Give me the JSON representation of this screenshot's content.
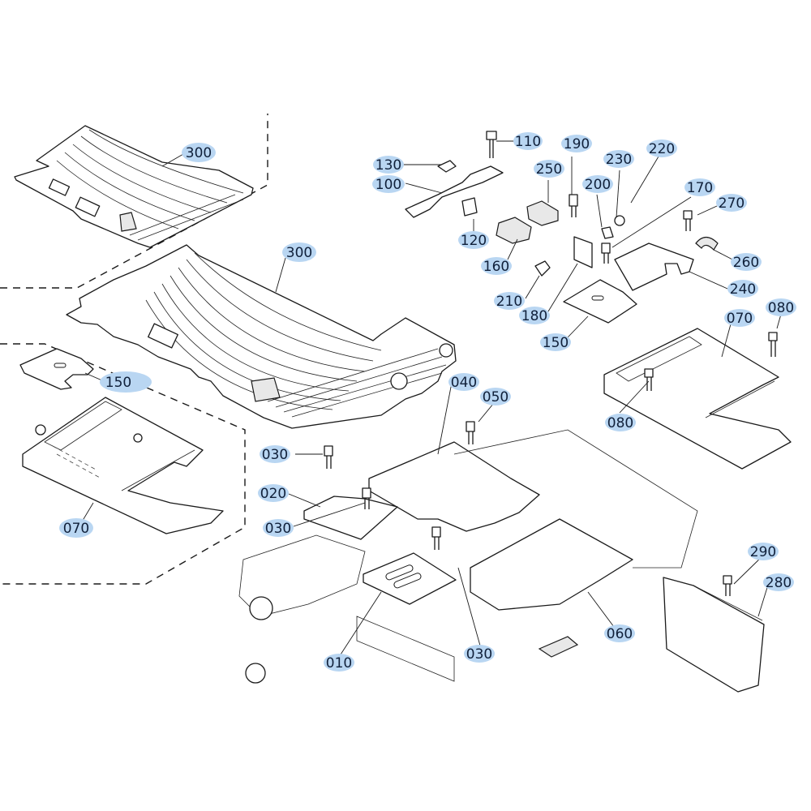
{
  "diagram": {
    "type": "exploded parts diagram",
    "subject": "operator platform / floor mat assembly",
    "callout_color": "#b9d6f2",
    "callouts": [
      {
        "id": "c300a",
        "label": "300",
        "part": "floor mat (variant)"
      },
      {
        "id": "c300b",
        "label": "300",
        "part": "floor mat"
      },
      {
        "id": "c150a",
        "label": "150",
        "part": "plate (variant)"
      },
      {
        "id": "c070a",
        "label": "070",
        "part": "seat mount plate (variant)"
      },
      {
        "id": "c110",
        "label": "110",
        "part": "bolt"
      },
      {
        "id": "c130",
        "label": "130",
        "part": "grommet"
      },
      {
        "id": "c100",
        "label": "100",
        "part": "bracket"
      },
      {
        "id": "c120",
        "label": "120",
        "part": "collar"
      },
      {
        "id": "c190",
        "label": "190",
        "part": "bolt"
      },
      {
        "id": "c250",
        "label": "250",
        "part": "cushion"
      },
      {
        "id": "c230",
        "label": "230",
        "part": "washer"
      },
      {
        "id": "c220",
        "label": "220",
        "part": "pin"
      },
      {
        "id": "c200",
        "label": "200",
        "part": "plate"
      },
      {
        "id": "c170",
        "label": "170",
        "part": "bolt"
      },
      {
        "id": "c270",
        "label": "270",
        "part": "bolt"
      },
      {
        "id": "c160",
        "label": "160",
        "part": "cushion"
      },
      {
        "id": "c260",
        "label": "260",
        "part": "grommet"
      },
      {
        "id": "c240",
        "label": "240",
        "part": "cover"
      },
      {
        "id": "c210",
        "label": "210",
        "part": "knob"
      },
      {
        "id": "c180",
        "label": "180",
        "part": "bracket"
      },
      {
        "id": "c150b",
        "label": "150",
        "part": "plate"
      },
      {
        "id": "c070b",
        "label": "070",
        "part": "seat mount plate"
      },
      {
        "id": "c080a",
        "label": "080",
        "part": "bolt"
      },
      {
        "id": "c080b",
        "label": "080",
        "part": "bolt"
      },
      {
        "id": "c040",
        "label": "040",
        "part": "cover"
      },
      {
        "id": "c050",
        "label": "050",
        "part": "bolt"
      },
      {
        "id": "c030a",
        "label": "030",
        "part": "bolt"
      },
      {
        "id": "c020",
        "label": "020",
        "part": "cover"
      },
      {
        "id": "c030b",
        "label": "030",
        "part": "bolt"
      },
      {
        "id": "c030c",
        "label": "030",
        "part": "bolt"
      },
      {
        "id": "c010",
        "label": "010",
        "part": "cover"
      },
      {
        "id": "c060",
        "label": "060",
        "part": "floor plate"
      },
      {
        "id": "c290",
        "label": "290",
        "part": "bolt"
      },
      {
        "id": "c280",
        "label": "280",
        "part": "box"
      }
    ]
  }
}
